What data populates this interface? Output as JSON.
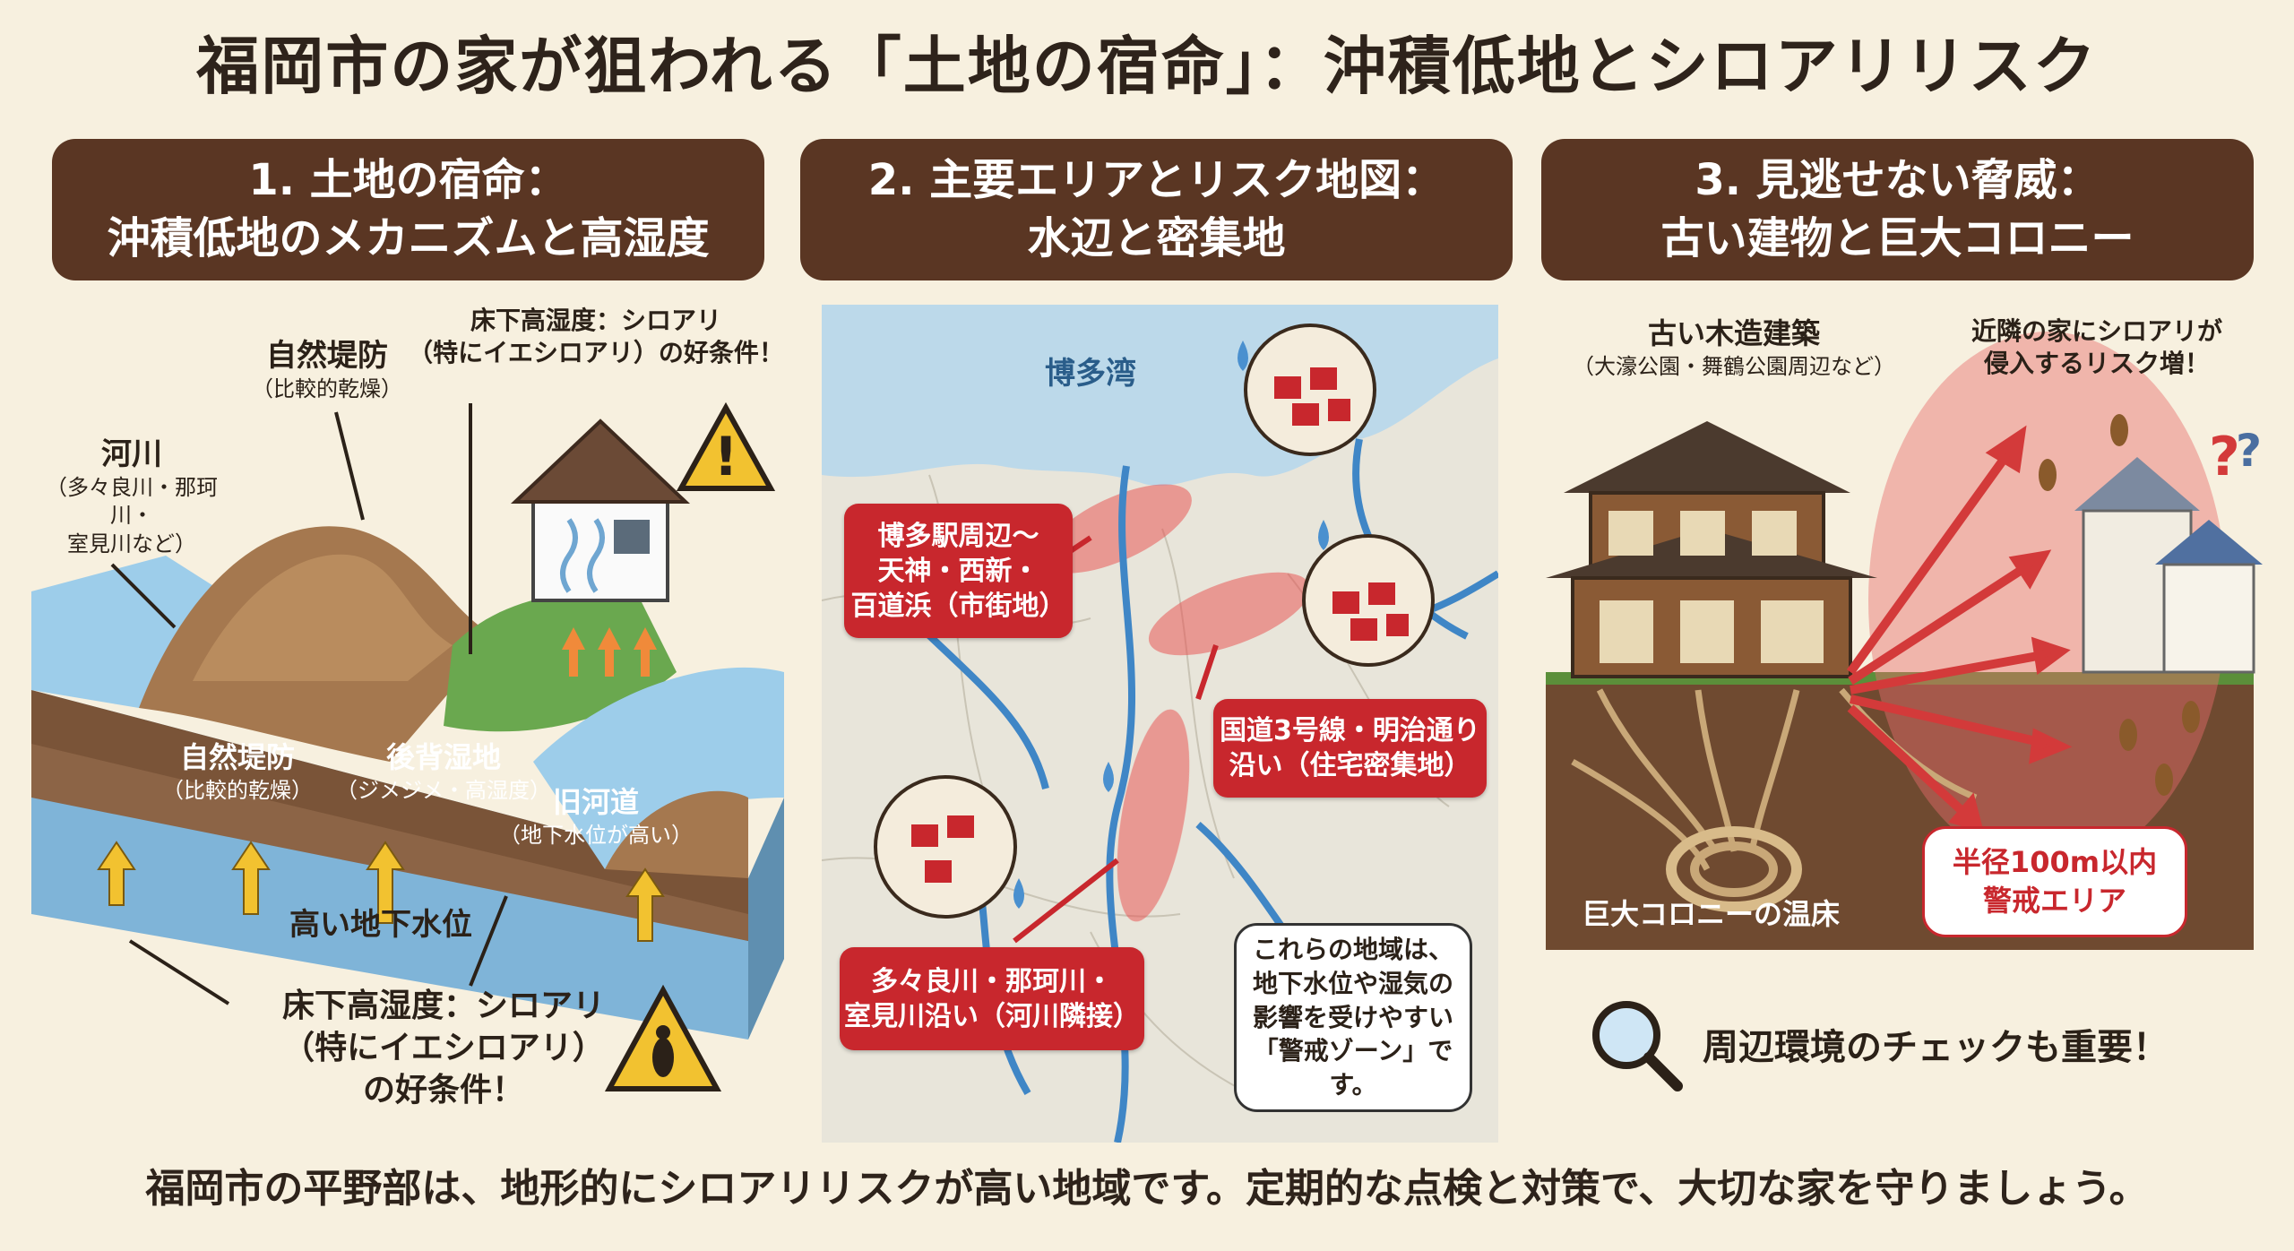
{
  "title": "福岡市の家が狙われる「土地の宿命」：沖積低地とシロアリリスク",
  "sections": [
    {
      "heading_line1": "1. 土地の宿命：",
      "heading_line2": "沖積低地のメカニズムと高湿度"
    },
    {
      "heading_line1": "2. 主要エリアとリスク地図：",
      "heading_line2": "水辺と密集地"
    },
    {
      "heading_line1": "3. 見逃せない脅威：",
      "heading_line2": "古い建物と巨大コロニー"
    }
  ],
  "panel1": {
    "river": {
      "label": "河川",
      "sub1": "（多々良川・那珂川・",
      "sub2": "室見川など）"
    },
    "levee_top": {
      "label": "自然堤防",
      "sub": "（比較的乾燥）"
    },
    "humidity_top": {
      "line1": "床下高湿度：シロアリ",
      "line2": "（特にイエシロアリ）の好条件！"
    },
    "levee_mid": {
      "label": "自然堤防",
      "sub": "（比較的乾燥）"
    },
    "marsh": {
      "label": "後背湿地",
      "sub": "（ジメジメ・高湿度）"
    },
    "old_river": {
      "label": "旧河道",
      "sub": "（地下水位が高い）"
    },
    "groundwater": "高い地下水位",
    "humidity_bottom": {
      "line1": "床下高湿度：シロアリ",
      "line2": "（特にイエシロアリ）",
      "line3": "の好条件！"
    },
    "colors": {
      "water": "#8fc3e3",
      "soil": "#7a5438",
      "grass": "#6aa84f",
      "warning": "#f2c230"
    }
  },
  "panel2": {
    "bay": "博多湾",
    "area1": {
      "line1": "博多駅周辺～",
      "line2": "天神・西新・",
      "line3": "百道浜（市街地）"
    },
    "area2": {
      "line1": "国道3号線・明治通り",
      "line2": "沿い（住宅密集地）"
    },
    "area3": {
      "line1": "多々良川・那珂川・",
      "line2": "室見川沿い（河川隣接）"
    },
    "note": {
      "line1": "これらの地域は、",
      "line2": "地下水位や湿気の",
      "line3": "影響を受けやすい",
      "line4": "「警戒ゾーン」です。"
    },
    "colors": {
      "callout": "#c8272d",
      "river": "#3f86c6",
      "sea": "#bcd9ea",
      "land": "#ece8dc"
    }
  },
  "panel3": {
    "old_house": {
      "label": "古い木造建築",
      "sub": "（大濠公園・舞鶴公園周辺など）"
    },
    "neighbor": {
      "line1": "近隣の家にシロアリが",
      "line2": "侵入するリスク増！"
    },
    "colony": "巨大コロニーの温床",
    "radius": {
      "line1": "半径100m以内",
      "line2": "警戒エリア"
    },
    "check": "周辺環境のチェックも重要！"
  },
  "footer": "福岡市の平野部は、地形的にシロアリリスクが高い地域です。定期的な点検と対策で、大切な家を守りましょう。"
}
